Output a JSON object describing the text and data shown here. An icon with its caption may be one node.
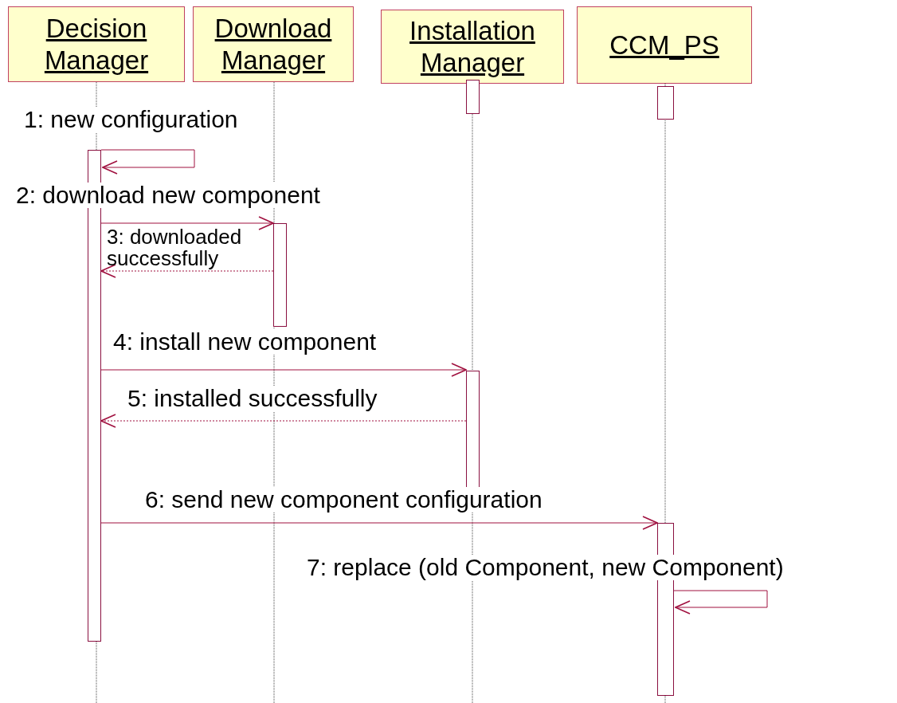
{
  "diagram": {
    "nodes": [
      {
        "text": [
          "Decision Manager"
        ]
      },
      {
        "text": [
          "Download Manager"
        ]
      },
      {
        "text": [
          "Installation Manager"
        ]
      },
      {
        "text": [
          "CCM_PS"
        ]
      },
      {
        "text": [],
        "shape": "bar"
      },
      {
        "text": [],
        "shape": "bar"
      },
      {
        "text": [],
        "shape": "bar"
      },
      {
        "text": [],
        "shape": "bar"
      },
      {
        "text": [],
        "shape": "bar"
      },
      {
        "text": [],
        "shape": "bar"
      }
    ],
    "edges": [
      {
        "from": 4,
        "to": 4,
        "arrow": "to",
        "label": "1: new configuration"
      },
      {
        "from": 4,
        "to": 5,
        "arrow": "to",
        "label": "2: download new component"
      },
      {
        "from": 5,
        "to": 4,
        "arrow": "to",
        "label": "3: downloaded successfully",
        "style": "dashed"
      },
      {
        "from": 4,
        "to": 7,
        "arrow": "to",
        "label": "4: install new component"
      },
      {
        "from": 7,
        "to": 4,
        "arrow": "to",
        "label": "5: installed successfully",
        "style": "dashed"
      },
      {
        "from": 4,
        "to": 9,
        "arrow": "to",
        "label": "6: send new component configuration"
      },
      {
        "from": 9,
        "to": 9,
        "arrow": "to",
        "label": "7: replace (old Component, new Component)"
      }
    ]
  }
}
